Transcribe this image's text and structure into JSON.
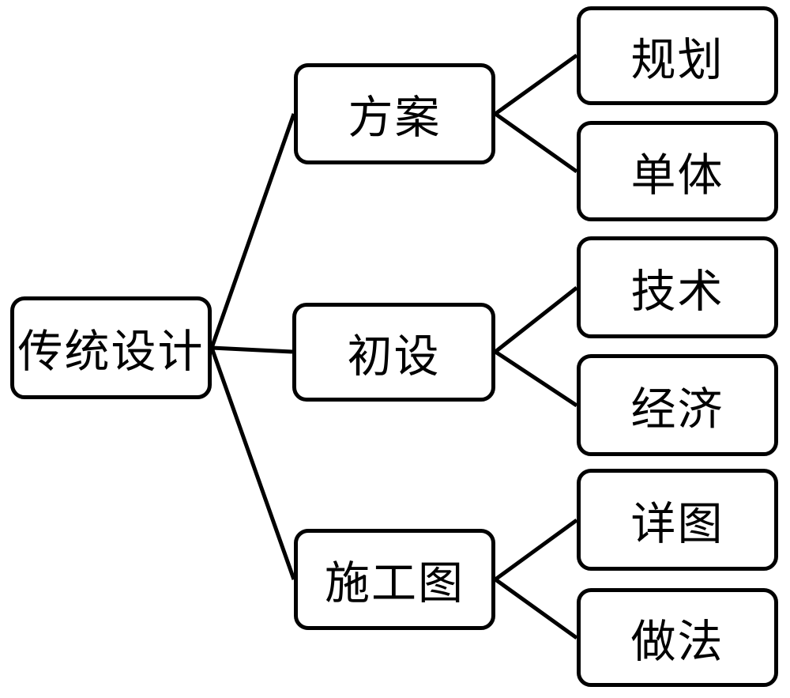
{
  "diagram": {
    "type": "tree",
    "orientation": "left-to-right",
    "colors": {
      "background": "#ffffff",
      "node_border": "#000000",
      "node_fill": "#ffffff",
      "text": "#000000",
      "connector": "#000000"
    },
    "root": {
      "label": "传统设计"
    },
    "children": [
      {
        "label": "方案",
        "children": [
          {
            "label": "规划"
          },
          {
            "label": "单体"
          }
        ]
      },
      {
        "label": "初设",
        "children": [
          {
            "label": "技术"
          },
          {
            "label": "经济"
          }
        ]
      },
      {
        "label": "施工图",
        "children": [
          {
            "label": "详图"
          },
          {
            "label": "做法"
          }
        ]
      }
    ]
  }
}
